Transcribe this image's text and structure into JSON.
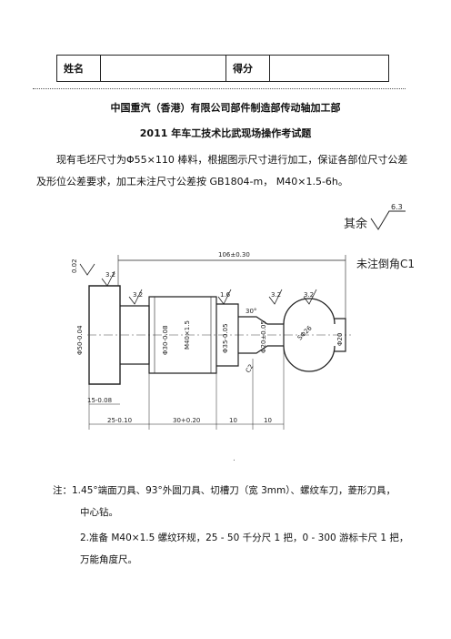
{
  "score_table": {
    "name_label": "姓名",
    "score_label": "得分"
  },
  "title": {
    "line1": "中国重汽（香港）有限公司部件制造部传动轴加工部",
    "line2": "2011 年车工技术比武现场操作考试题"
  },
  "intro": {
    "line1": "现有毛坯尺寸为Φ55×110 棒料，根据图示尺寸进行加工，保证各部位尺寸公差",
    "line2": "及形位公差要求，加工未注尺寸公差按 GB1804-m，  M40×1.5-6h。"
  },
  "drawing": {
    "remainder_label": "其余",
    "remainder_roughness": "6.3",
    "chamfer_note": "未注倒角C1",
    "overall_length": "106±0.30",
    "roughness_values": [
      "3.2",
      "3.2",
      "1.6",
      "3.2",
      "3.2"
    ],
    "flatness_value": "0.02",
    "dia_head": "Φ50-0.04",
    "dia_groove": "Φ30-0.08",
    "thread": "M40×1.5",
    "dia_collar": "Φ35-0.05",
    "dia_neck": "Φ20±0.05",
    "sphere": "SΦ26",
    "dia_end": "Φ20",
    "angle": "30°",
    "dim_15": "15-0.08",
    "dim_25": "25-0.10",
    "dim_30": "30+0.20",
    "dim_10a": "10",
    "dim_10b": "10",
    "dim_small": "C2"
  },
  "notes": {
    "line1": "注：1.45°端面刀具、93°外圆刀具、切槽刀（宽 3mm）、螺纹车刀，菱形刀具，",
    "line1b": "中心钻。",
    "line2": "2.准备  M40×1.5 螺纹环规，25 - 50 千分尺 1 把，0 - 300 游标卡尺 1 把，",
    "line2b": "万能角度尺。"
  },
  "footer_mark": "."
}
